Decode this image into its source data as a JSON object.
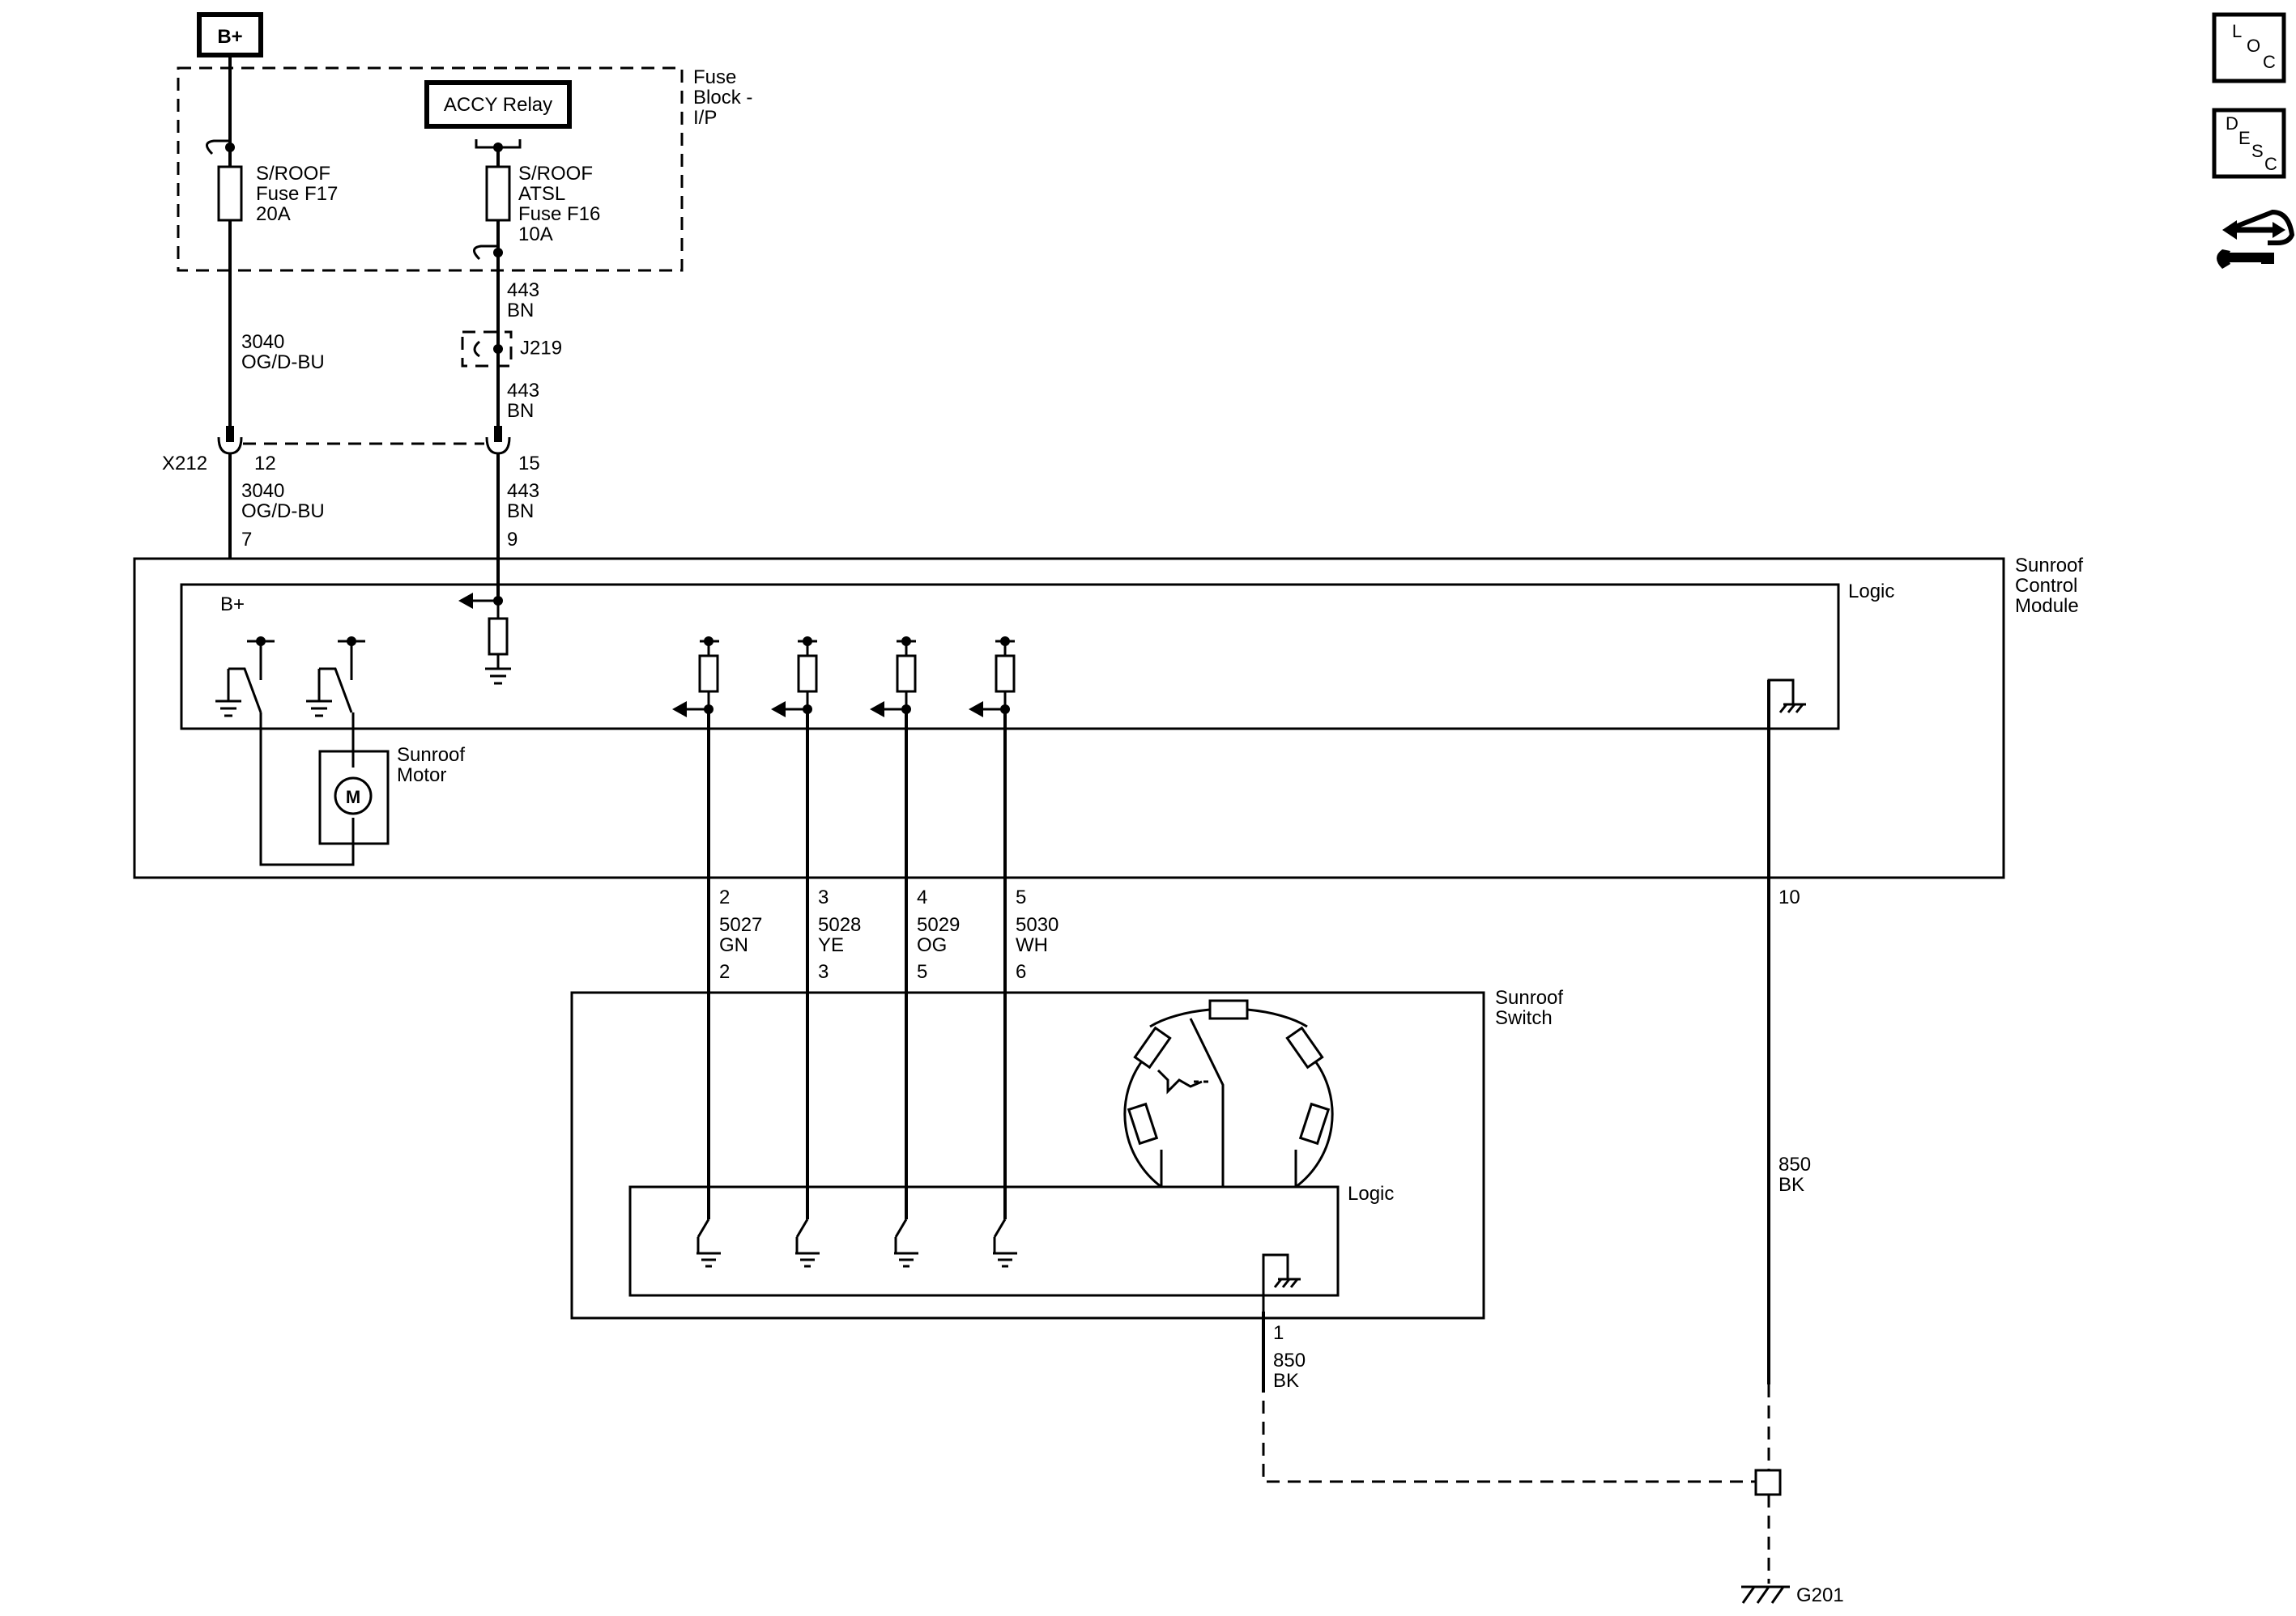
{
  "power": {
    "label": "B+"
  },
  "fuse_block": {
    "label_lines": [
      "Fuse",
      "Block -",
      "I/P"
    ]
  },
  "accy_relay": {
    "label": "ACCY Relay"
  },
  "fuse_f17": {
    "lines": [
      "S/ROOF",
      "Fuse F17",
      "20A"
    ]
  },
  "fuse_f16": {
    "lines": [
      "S/ROOF",
      "ATSL",
      "Fuse F16",
      "10A"
    ]
  },
  "splice": {
    "label": "J219"
  },
  "connector_x212": {
    "label": "X212"
  },
  "wires": {
    "w3040_upper": {
      "circuit": "3040",
      "color": "OG/D-BU"
    },
    "w3040_lower": {
      "circuit": "3040",
      "color": "OG/D-BU"
    },
    "w443_a": {
      "circuit": "443",
      "color": "BN"
    },
    "w443_b": {
      "circuit": "443",
      "color": "BN"
    },
    "w443_c": {
      "circuit": "443",
      "color": "BN"
    },
    "w5027": {
      "circuit": "5027",
      "color": "GN"
    },
    "w5028": {
      "circuit": "5028",
      "color": "YE"
    },
    "w5029": {
      "circuit": "5029",
      "color": "OG"
    },
    "w5030": {
      "circuit": "5030",
      "color": "WH"
    },
    "w850_a": {
      "circuit": "850",
      "color": "BK"
    },
    "w850_b": {
      "circuit": "850",
      "color": "BK"
    }
  },
  "pins": {
    "x212_12": "12",
    "x212_15": "15",
    "scm_7": "7",
    "scm_9": "9",
    "scm_2": "2",
    "scm_3": "3",
    "scm_4": "4",
    "scm_5": "5",
    "scm_10": "10",
    "sw_2": "2",
    "sw_3": "3",
    "sw_5": "5",
    "sw_6": "6",
    "sw_1": "1"
  },
  "control_module": {
    "label_lines": [
      "Sunroof",
      "Control",
      "Module"
    ],
    "logic_label": "Logic",
    "bplus_label": "B+"
  },
  "motor": {
    "label_lines": [
      "Sunroof",
      "Motor"
    ],
    "symbol": "M"
  },
  "switch": {
    "label_lines": [
      "Sunroof",
      "Switch"
    ],
    "logic_label": "Logic"
  },
  "ground": {
    "label": "G201"
  },
  "nav": {
    "loc": [
      "L",
      "O",
      "C"
    ],
    "desc": [
      "D",
      "E",
      "S",
      "C"
    ],
    "connector_icon": "connector-wrench-icon"
  }
}
